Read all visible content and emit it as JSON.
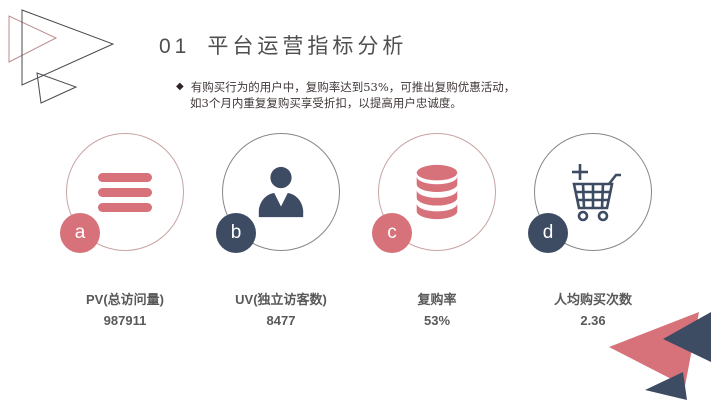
{
  "slide": {
    "title_number": "01",
    "title_text": "平台运营指标分析"
  },
  "note": {
    "marker": "◆",
    "line1": "有购买行为的用户中，复购率达到53%，可推出复购优惠活动，",
    "line2": "如3个月内重复复购买享受折扣，以提高用户忠诚度。"
  },
  "metrics": [
    {
      "badge": "a",
      "icon": "menu-lines-icon",
      "label": "PV(总访问量)",
      "value": "987911",
      "accent": "#d7727a"
    },
    {
      "badge": "b",
      "icon": "user-icon",
      "label": "UV(独立访客数)",
      "value": "8477",
      "accent": "#3d4b63"
    },
    {
      "badge": "c",
      "icon": "database-icon",
      "label": "复购率",
      "value": "53%",
      "accent": "#d7727a"
    },
    {
      "badge": "d",
      "icon": "cart-plus-icon",
      "label": "人均购买次数",
      "value": "2.36",
      "accent": "#3d4b63"
    }
  ],
  "colors": {
    "salmon": "#d7727a",
    "navy": "#3d4b63",
    "title_text": "#4f4f4f",
    "label_text": "#595959",
    "note_text": "#413737",
    "outline_pink": "#bf8e8e",
    "outline_dark": "#4b4b52"
  }
}
